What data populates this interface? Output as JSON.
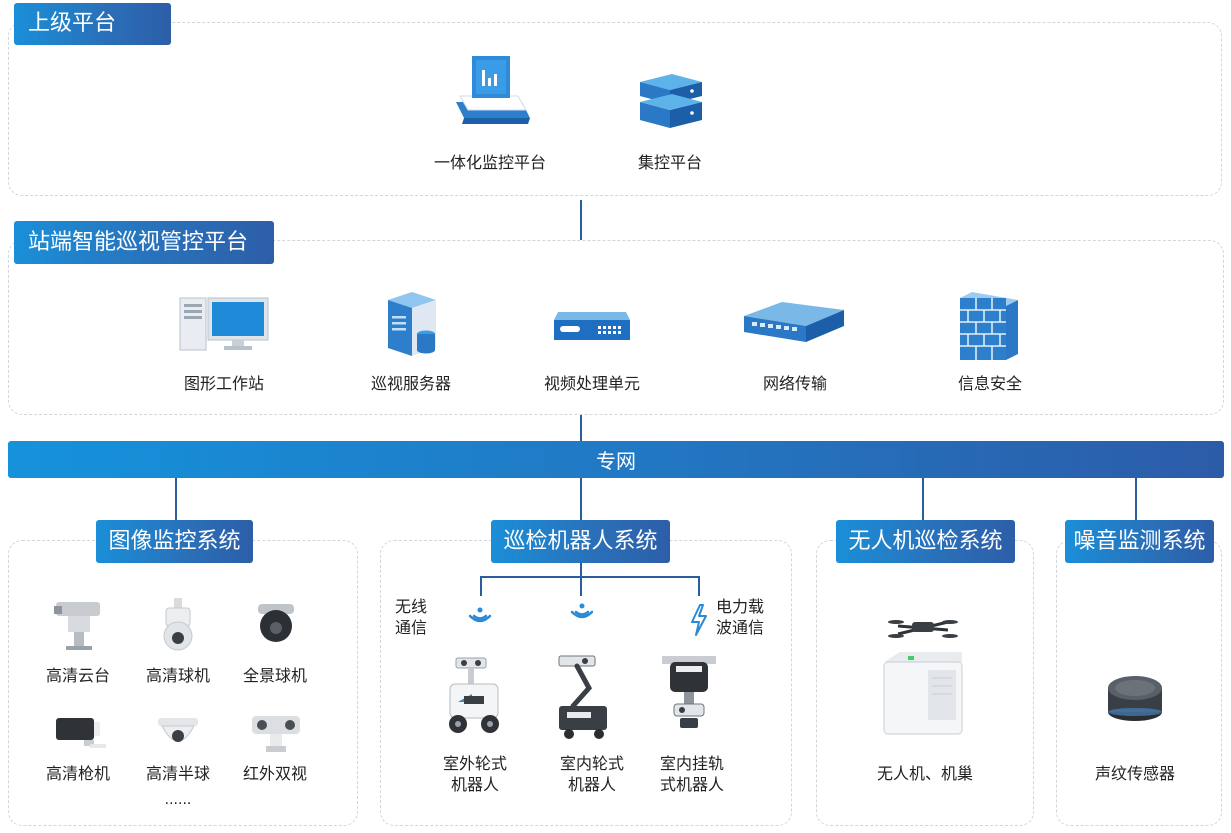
{
  "upper": {
    "title": "上级平台",
    "items": [
      {
        "label": "一体化监控平台",
        "icon": "monitor-platform-icon"
      },
      {
        "label": "集控平台",
        "icon": "server-stack-icon"
      }
    ]
  },
  "station": {
    "title": "站端智能巡视管控平台",
    "items": [
      {
        "label": "图形工作站",
        "icon": "workstation-icon"
      },
      {
        "label": "巡视服务器",
        "icon": "server-icon"
      },
      {
        "label": "视频处理单元",
        "icon": "video-unit-icon"
      },
      {
        "label": "网络传输",
        "icon": "network-switch-icon"
      },
      {
        "label": "信息安全",
        "icon": "firewall-icon"
      }
    ]
  },
  "bus": {
    "label": "专网"
  },
  "systems": {
    "image": {
      "title": "图像监控系统",
      "items": [
        {
          "label": "高清云台",
          "icon": "ptz-camera-icon"
        },
        {
          "label": "高清球机",
          "icon": "dome-camera-icon"
        },
        {
          "label": "全景球机",
          "icon": "panoramic-camera-icon"
        },
        {
          "label": "高清枪机",
          "icon": "bullet-camera-icon"
        },
        {
          "label": "高清半球",
          "icon": "half-dome-camera-icon"
        },
        {
          "label": "红外双视",
          "icon": "infrared-dual-camera-icon"
        }
      ],
      "more": "......"
    },
    "robot": {
      "title": "巡检机器人系统",
      "wireless": "无线\n通信",
      "plc": "电力载\n波通信",
      "items": [
        {
          "label": "室外轮式\n机器人",
          "icon": "outdoor-robot-icon"
        },
        {
          "label": "室内轮式\n机器人",
          "icon": "indoor-robot-icon"
        },
        {
          "label": "室内挂轨\n式机器人",
          "icon": "rail-robot-icon"
        }
      ]
    },
    "drone": {
      "title": "无人机巡检系统",
      "items": [
        {
          "label": "无人机、机巢",
          "icon": "drone-nest-icon"
        }
      ]
    },
    "noise": {
      "title": "噪音监测系统",
      "items": [
        {
          "label": "声纹传感器",
          "icon": "acoustic-sensor-icon"
        }
      ]
    }
  }
}
